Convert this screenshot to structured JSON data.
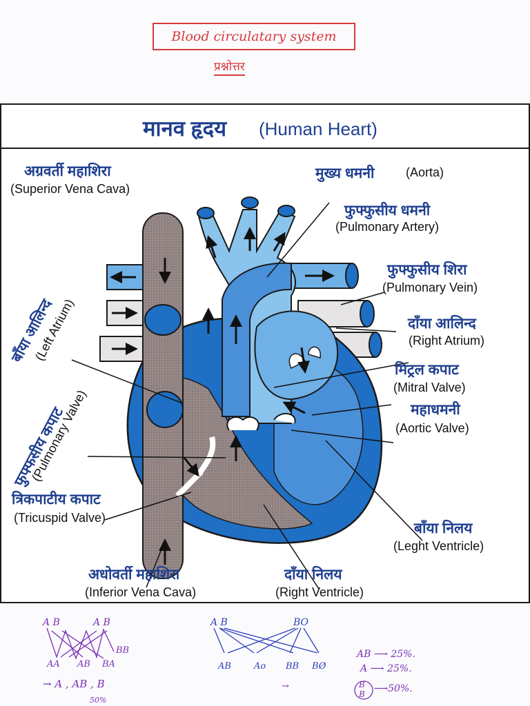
{
  "notes": {
    "heading": "Blood circulatary system",
    "subheading": "प्रश्नोत्तर"
  },
  "figure": {
    "title_hindi": "मानव हृदय",
    "title_english": "(Human Heart)",
    "labels": {
      "svc_hi": "अग्रवर्ती महाशिरा",
      "svc_en": "(Superior Vena Cava)",
      "aorta_hi": "मुख्य धमनी",
      "aorta_en": "(Aorta)",
      "pa_hi": "फुफ्फुसीय धमनी",
      "pa_en": "(Pulmonary Artery)",
      "pv_hi": "फुफ्फुसीय शिरा",
      "pv_en": "(Pulmonary Vein)",
      "ra_hi": "दाँया आलिन्द",
      "ra_en": "(Right Atrium)",
      "mitral_hi": "मिट्रल कपाट",
      "mitral_en": "(Mitral Valve)",
      "aortic_hi": "महाधमनी",
      "aortic_en": "(Aortic Valve)",
      "lv_hi": "बाँया निलय",
      "lv_en": "(Leght Ventricle)",
      "rv_hi": "दाँया निलय",
      "rv_en": "(Right Ventricle)",
      "ivc_hi": "अधोवर्ती महाशिरा",
      "ivc_en": "(Inferior Vena Cava)",
      "tricuspid_hi": "त्रिकपाटीय कपाट",
      "tricuspid_en": "(Tricuspid Valve)",
      "la_hi": "बाँया आलिन्द",
      "la_en": "(Left Atrium)",
      "pulvalve_hi": "फुफ्फसीय कपाट",
      "pulvalve_en": "(Pulmonary Valve)"
    }
  },
  "handwritten": {
    "cross1": {
      "parents": [
        "A B",
        "A B"
      ],
      "offspring": [
        "AA",
        "AB",
        "BA",
        "BB"
      ],
      "result": "→ A , AB , B",
      "percent": "50%"
    },
    "cross2": {
      "parents": [
        "A B",
        "BO"
      ],
      "offspring": [
        "AB",
        "Ao",
        "BB",
        "BØ"
      ],
      "arrow": "→"
    },
    "ratios": [
      "AB ⟶ 25%.",
      "A ⟶ 25%.",
      "B",
      "B",
      "⟶50%."
    ]
  },
  "colors": {
    "red_ink": "#d8383a",
    "label_blue": "#1f3f8f",
    "vessel_blue": "#4a90d9",
    "light_blue": "#8ac4ec",
    "dark_blue": "#1f6fc4",
    "vein_grey": "#8f8080"
  }
}
